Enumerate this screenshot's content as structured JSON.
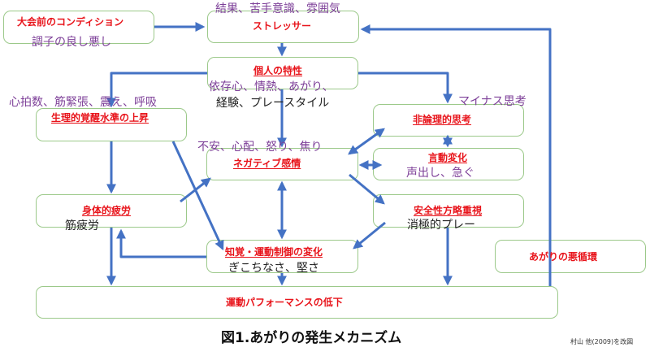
{
  "colors": {
    "arrow": "#4472c4",
    "box_border": "#9cc98a",
    "node_title": "#e8141b",
    "annotation": "#7d3f98"
  },
  "nodes": {
    "pre_condition": {
      "title": "大会前のコンディション",
      "detail": "調子の良し悪し"
    },
    "stressor": {
      "annotation": "結果、苦手意識、雰囲気",
      "title": "ストレッサー"
    },
    "personal_traits": {
      "title": "個人の特性",
      "detail_line1": "依存心、情熱、あがり、",
      "detail_line2": "経験、プレースタイル"
    },
    "physiological_arousal": {
      "annotation": "心拍数、筋緊張、震え、呼吸",
      "title": "生理的覚醒水準の上昇"
    },
    "irrational_thinking": {
      "annotation": "マイナス思考",
      "title": "非論理的思考"
    },
    "negative_emotion": {
      "annotation": "不安、心配、怒り、焦り",
      "title": "ネガティブ感情"
    },
    "speech_change": {
      "title": "言動変化",
      "detail": "声出し、急ぐ"
    },
    "physical_fatigue": {
      "title": "身体的疲労",
      "detail": "筋疲労"
    },
    "safety_strategy": {
      "title": "安全性方略重視",
      "detail": "消極的プレー"
    },
    "vicious_cycle": {
      "title": "あがりの悪循環"
    },
    "perception_motor": {
      "title": "知覚・運動制御の変化",
      "detail": "ぎこちなさ、堅さ"
    },
    "performance_decline": {
      "title": "運動パフォーマンスの低下"
    }
  },
  "caption": "図1.あがりの発生メカニズム",
  "credit": "村山 他(2009)を改図"
}
